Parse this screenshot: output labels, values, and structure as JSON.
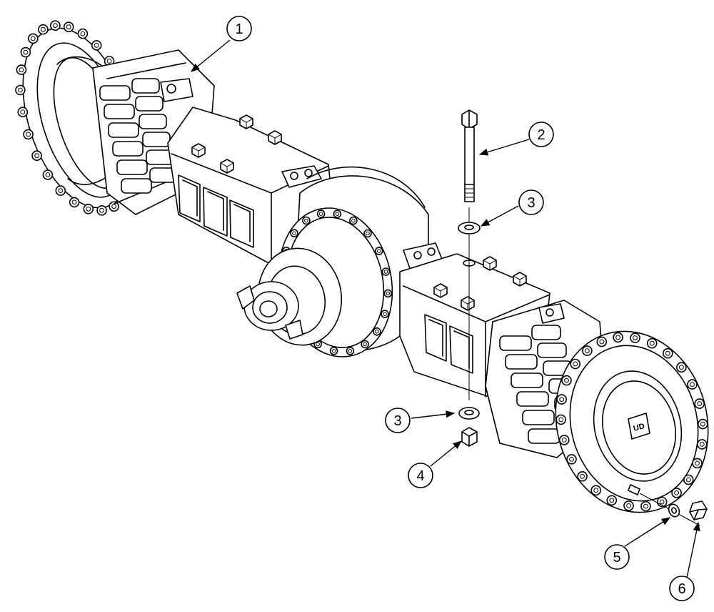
{
  "callouts": [
    {
      "id": "1",
      "label": "1"
    },
    {
      "id": "2",
      "label": "2"
    },
    {
      "id": "3a",
      "label": "3"
    },
    {
      "id": "3b",
      "label": "3"
    },
    {
      "id": "4",
      "label": "4"
    },
    {
      "id": "5",
      "label": "5"
    },
    {
      "id": "6",
      "label": "6"
    }
  ],
  "hub_logo": "UD"
}
